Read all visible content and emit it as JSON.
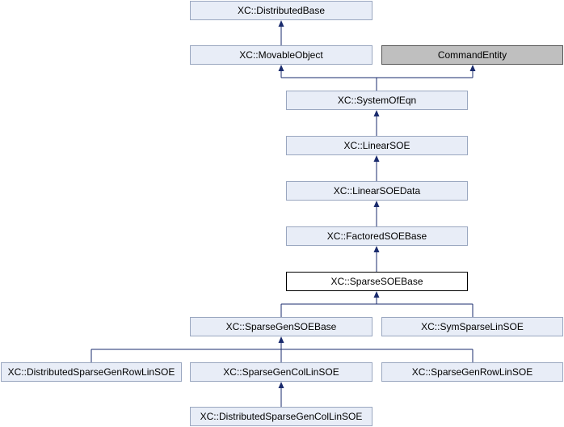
{
  "colors": {
    "edge": "#1a2b6d",
    "node_fill": "#e8edf7",
    "node_border": "#9aa7c0",
    "current_fill": "#ffffff",
    "external_fill": "#bfbfbf"
  },
  "nodes": {
    "distributed_base": "XC::DistributedBase",
    "movable_object": "XC::MovableObject",
    "command_entity": "CommandEntity",
    "system_of_eqn": "XC::SystemOfEqn",
    "linear_soe": "XC::LinearSOE",
    "linear_soe_data": "XC::LinearSOEData",
    "factored_soe_base": "XC::FactoredSOEBase",
    "sparse_soe_base": "XC::SparseSOEBase",
    "sparse_gen_soe_base": "XC::SparseGenSOEBase",
    "sym_sparse_lin_soe": "XC::SymSparseLinSOE",
    "distributed_sparse_gen_row_lin_soe": "XC::DistributedSparseGenRowLinSOE",
    "sparse_gen_col_lin_soe": "XC::SparseGenColLinSOE",
    "sparse_gen_row_lin_soe": "XC::SparseGenRowLinSOE",
    "distributed_sparse_gen_col_lin_soe": "XC::DistributedSparseGenColLinSOE"
  }
}
